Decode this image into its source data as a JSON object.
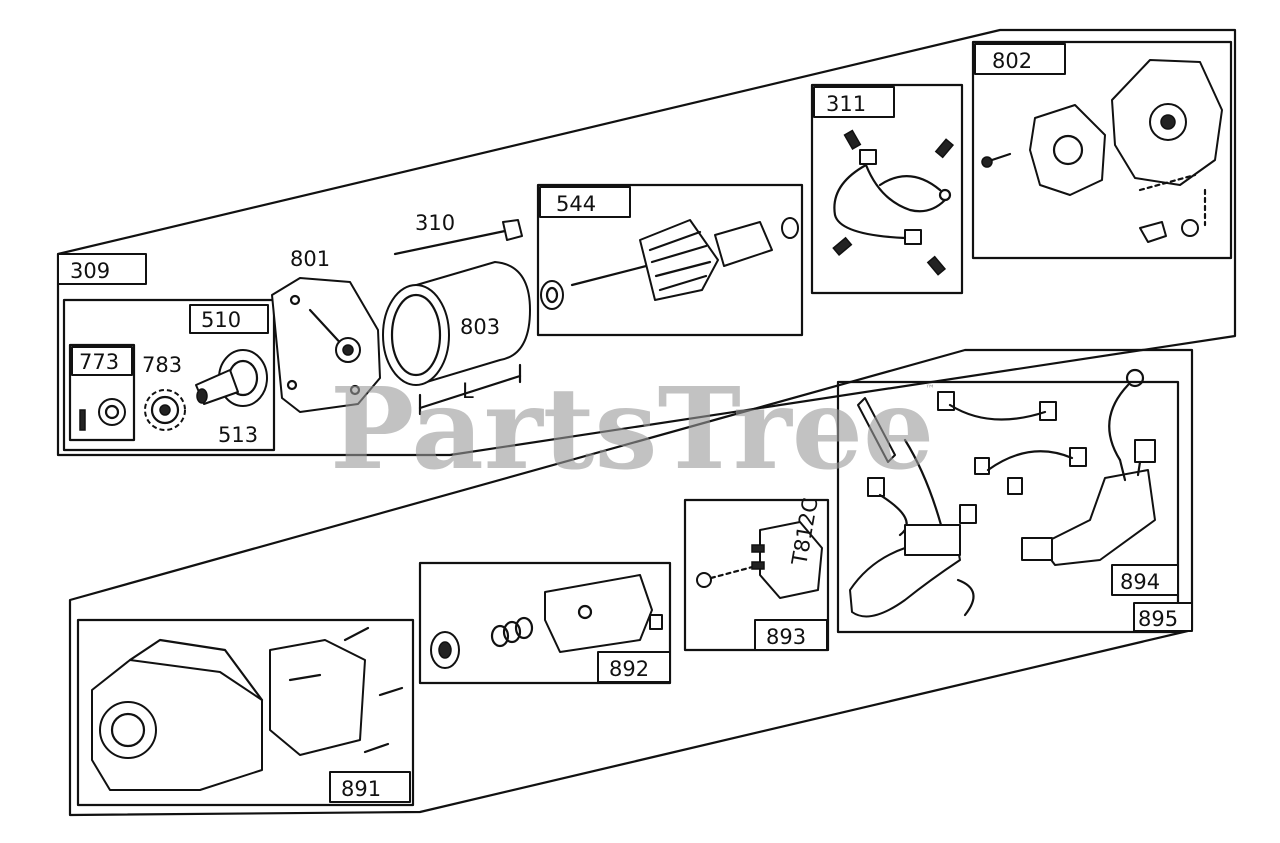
{
  "watermark": {
    "text": "PartsTree",
    "trademark": "™"
  },
  "callouts": {
    "c309": "309",
    "c510": "510",
    "c773": "773",
    "c783": "783",
    "c513": "513",
    "c801": "801",
    "c310": "310",
    "c803": "803",
    "c544": "544",
    "c311": "311",
    "c802": "802",
    "c891": "891",
    "c892": "892",
    "c893": "893",
    "c894": "894",
    "c895": "895",
    "dim_L": "L",
    "coil_text": "T812C"
  }
}
